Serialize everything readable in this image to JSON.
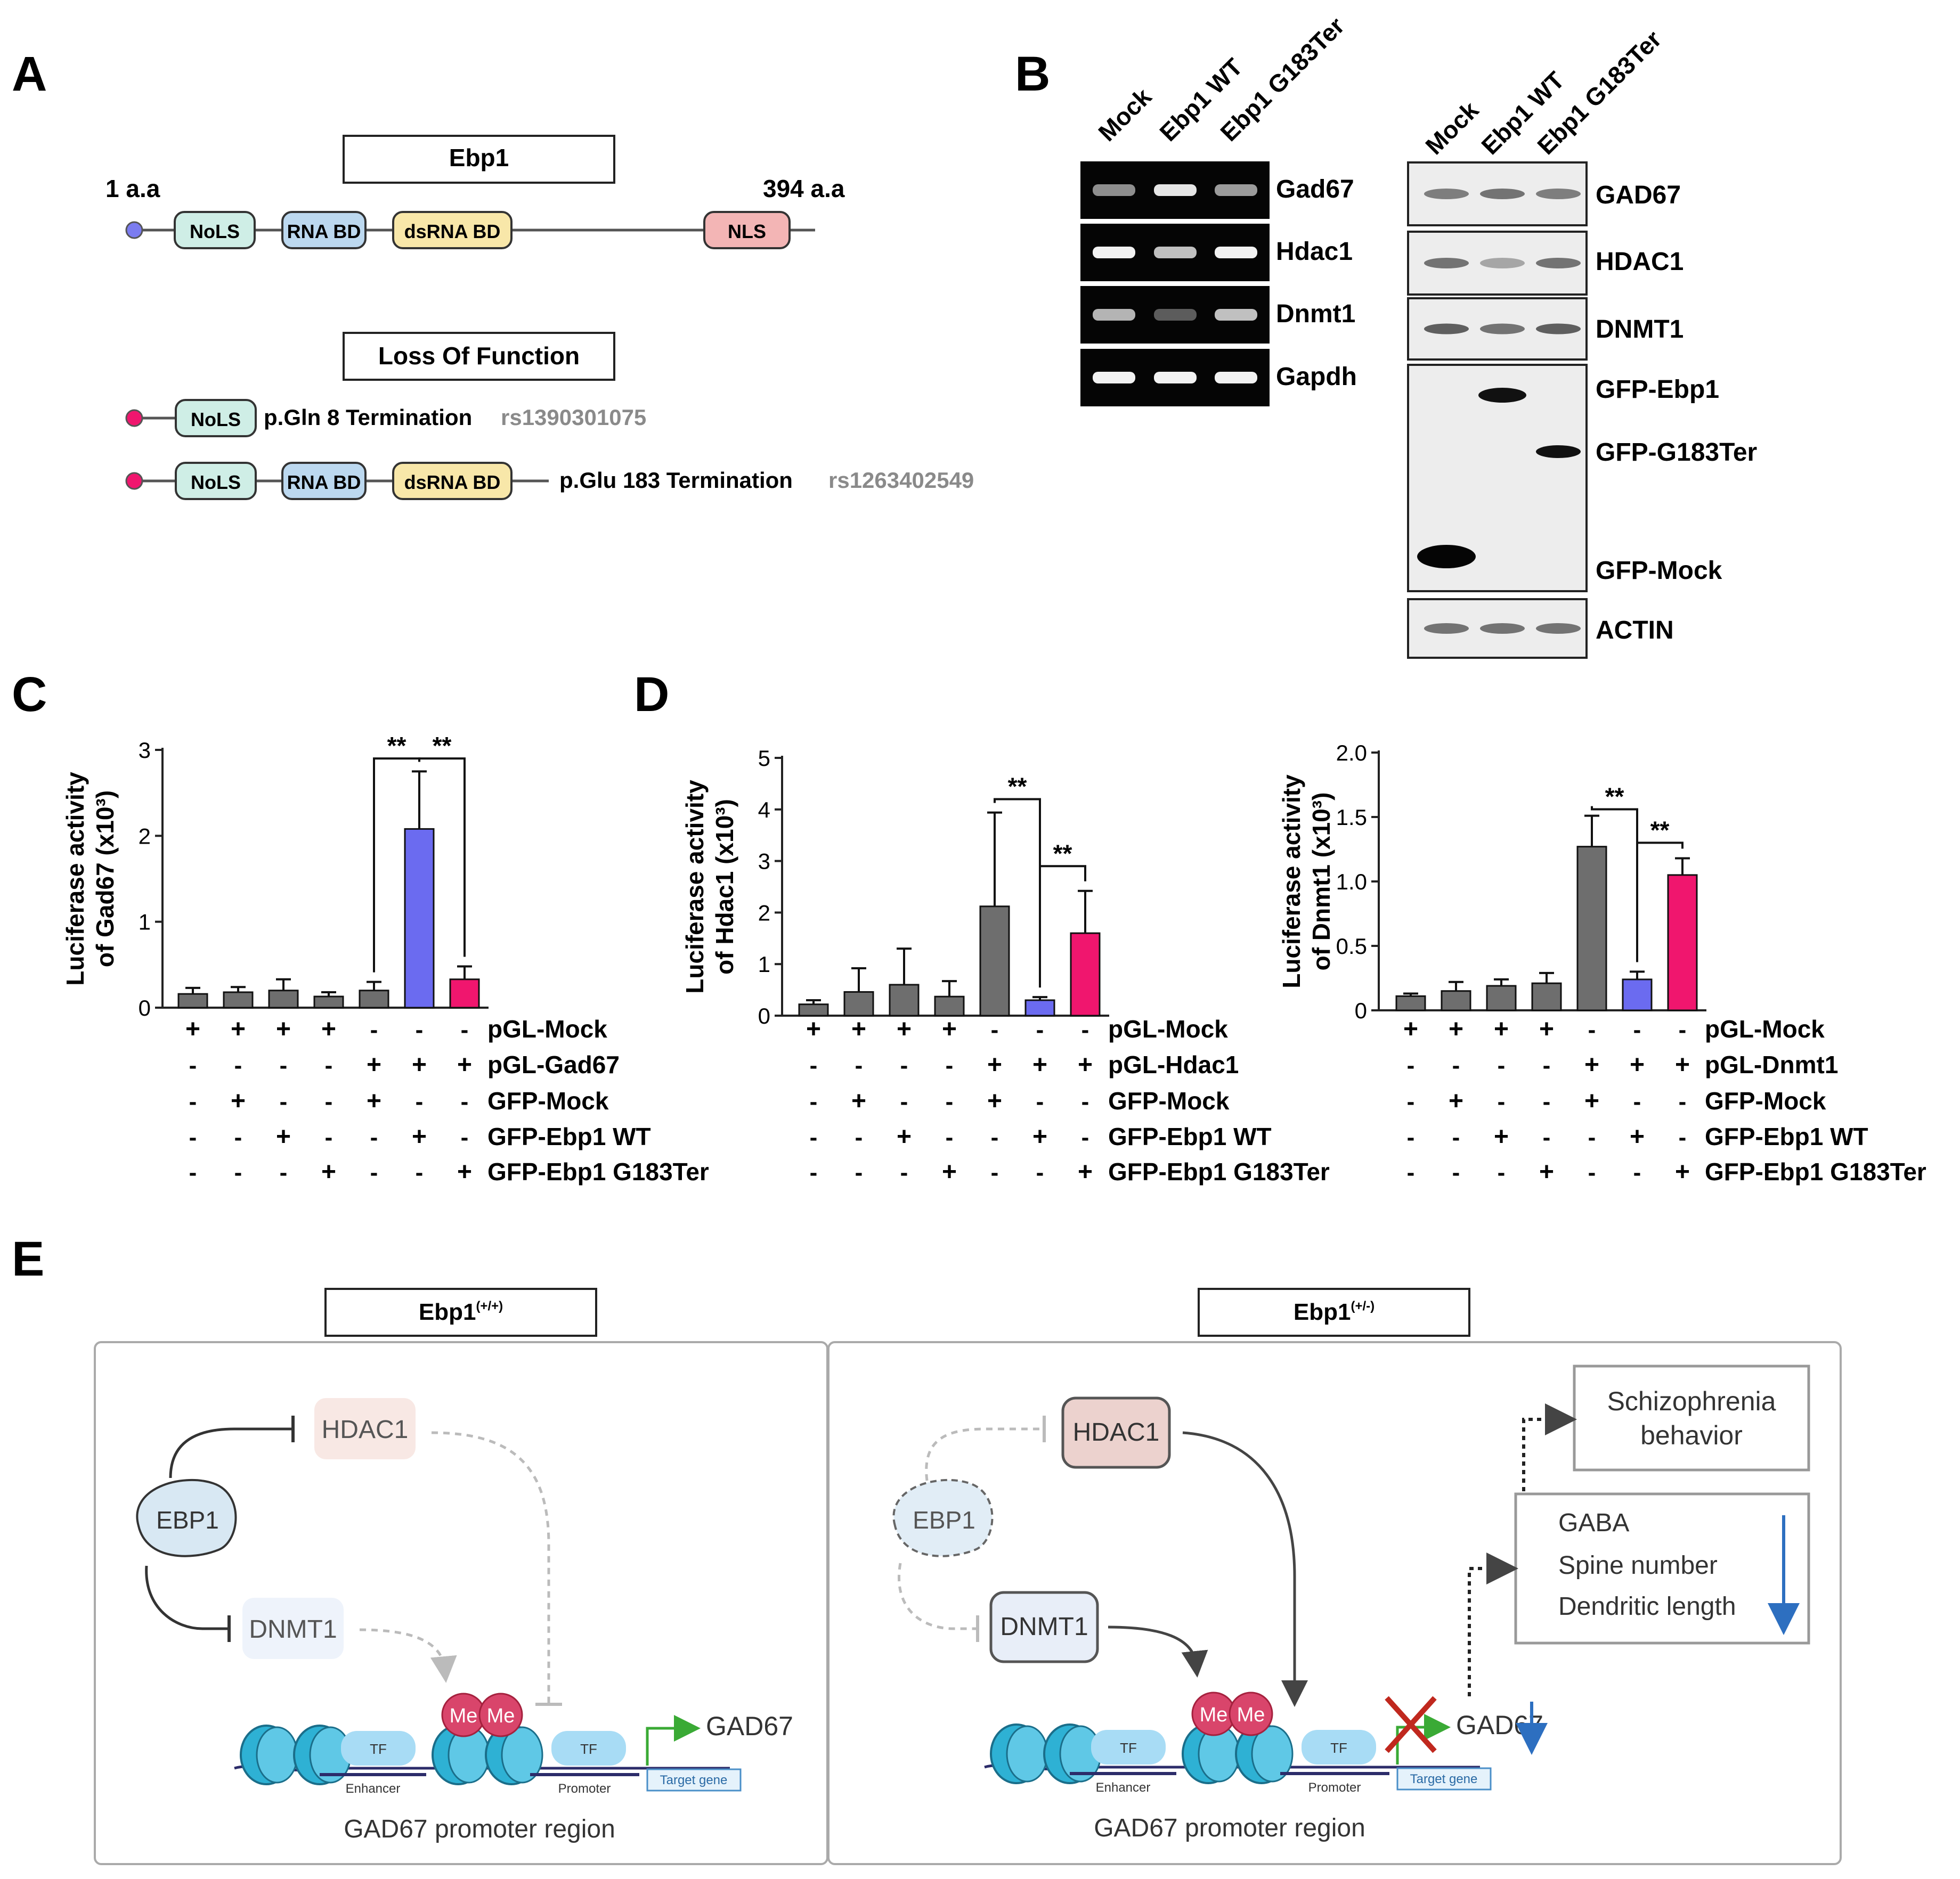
{
  "panels": {
    "a": "A",
    "b": "B",
    "c": "C",
    "d": "D",
    "e": "E"
  },
  "panel_a": {
    "title": "Ebp1",
    "start": "1 a.a",
    "end": "394 a.a",
    "domains": {
      "nols": "NoLS",
      "rnabd": "RNA BD",
      "dsrnabd": "dsRNA BD",
      "nls": "NLS"
    },
    "lof_title": "Loss Of Function",
    "variant1": {
      "label": "p.Gln 8 Termination",
      "rs": "rs1390301075"
    },
    "variant2": {
      "label": "p.Glu 183 Termination",
      "rs": "rs1263402549"
    },
    "colors": {
      "nols": "#cfeee6",
      "rnabd": "#bcd8ef",
      "dsrnabd": "#f8e7a9",
      "nls": "#f3b5b5",
      "wt_dot": "#7b7cf0",
      "mut_dot": "#f0166e"
    }
  },
  "panel_b": {
    "lanes": [
      "Mock",
      "Ebp1 WT",
      "Ebp1 G183Ter"
    ],
    "rt_labels": [
      "Gad67",
      "Hdac1",
      "Dnmt1",
      "Gapdh"
    ],
    "wb_labels": [
      "GAD67",
      "HDAC1",
      "DNMT1",
      "GFP-Ebp1",
      "GFP-G183Ter",
      "GFP-Mock",
      "ACTIN"
    ]
  },
  "conditions": {
    "c_rows": [
      "pGL-Mock",
      "pGL-Gad67",
      "GFP-Mock",
      "GFP-Ebp1 WT",
      "GFP-Ebp1 G183Ter"
    ],
    "d1_rows": [
      "pGL-Mock",
      "pGL-Hdac1",
      "GFP-Mock",
      "GFP-Ebp1 WT",
      "GFP-Ebp1 G183Ter"
    ],
    "d2_rows": [
      "pGL-Mock",
      "pGL-Dnmt1",
      "GFP-Mock",
      "GFP-Ebp1 WT",
      "GFP-Ebp1 G183Ter"
    ],
    "matrix": [
      [
        "+",
        "+",
        "+",
        "+",
        "-",
        "-",
        "-"
      ],
      [
        "-",
        "-",
        "-",
        "-",
        "+",
        "+",
        "+"
      ],
      [
        "-",
        "+",
        "-",
        "-",
        "+",
        "-",
        "-"
      ],
      [
        "-",
        "-",
        "+",
        "-",
        "-",
        "+",
        "-"
      ],
      [
        "-",
        "-",
        "-",
        "+",
        "-",
        "-",
        "+"
      ]
    ]
  },
  "chart_data": [
    {
      "type": "bar",
      "ylabel": "Luciferase activity of Gad67 (x10³)",
      "ylim": [
        0,
        3
      ],
      "yticks": [
        "0",
        "1",
        "2",
        "3"
      ],
      "values": [
        0.16,
        0.18,
        0.2,
        0.13,
        0.2,
        2.08,
        0.33
      ],
      "errors": [
        0.07,
        0.06,
        0.13,
        0.05,
        0.1,
        0.67,
        0.15
      ],
      "colors": [
        "#6e6e6e",
        "#6e6e6e",
        "#6e6e6e",
        "#6e6e6e",
        "#6e6e6e",
        "#6b6bf0",
        "#f0166e"
      ],
      "significance": [
        {
          "from": 4,
          "to": 5,
          "label": "**"
        },
        {
          "from": 5,
          "to": 6,
          "label": "**"
        }
      ]
    },
    {
      "type": "bar",
      "ylabel": "Luciferase activity of Hdac1 (x10³)",
      "ylim": [
        0,
        5
      ],
      "yticks": [
        "0",
        "1",
        "2",
        "3",
        "4",
        "5"
      ],
      "values": [
        0.22,
        0.46,
        0.6,
        0.37,
        2.12,
        0.3,
        1.6
      ],
      "errors": [
        0.08,
        0.46,
        0.7,
        0.3,
        1.82,
        0.06,
        0.82
      ],
      "colors": [
        "#6e6e6e",
        "#6e6e6e",
        "#6e6e6e",
        "#6e6e6e",
        "#6e6e6e",
        "#6b6bf0",
        "#f0166e"
      ],
      "significance": [
        {
          "from": 4,
          "to": 5,
          "label": "**"
        },
        {
          "from": 5,
          "to": 6,
          "label": "**"
        }
      ]
    },
    {
      "type": "bar",
      "ylabel": "Luciferase activity of Dnmt1 (x10³)",
      "ylim": [
        0,
        2
      ],
      "yticks": [
        "0",
        "0.5",
        "1.0",
        "1.5",
        "2.0"
      ],
      "values": [
        0.11,
        0.15,
        0.19,
        0.21,
        1.27,
        0.24,
        1.05
      ],
      "errors": [
        0.02,
        0.07,
        0.05,
        0.08,
        0.24,
        0.06,
        0.13
      ],
      "colors": [
        "#6e6e6e",
        "#6e6e6e",
        "#6e6e6e",
        "#6e6e6e",
        "#6e6e6e",
        "#6b6bf0",
        "#f0166e"
      ],
      "significance": [
        {
          "from": 4,
          "to": 5,
          "label": "**"
        },
        {
          "from": 5,
          "to": 6,
          "label": "**"
        }
      ]
    }
  ],
  "panel_e": {
    "left_title": "Ebp1",
    "left_sup": "(+/+)",
    "right_title": "Ebp1",
    "right_sup": "(+/-)",
    "ebp1": "EBP1",
    "hdac1": "HDAC1",
    "dnmt1": "DNMT1",
    "me": "Me",
    "tf": "TF",
    "enhancer": "Enhancer",
    "promoter": "Promoter",
    "target": "Target gene",
    "gad67": "GAD67",
    "region": "GAD67 promoter region",
    "schizo1": "Schizophrenia",
    "schizo2": "behavior",
    "gaba": "GABA",
    "spine": "Spine number",
    "dendritic": "Dendritic length"
  }
}
